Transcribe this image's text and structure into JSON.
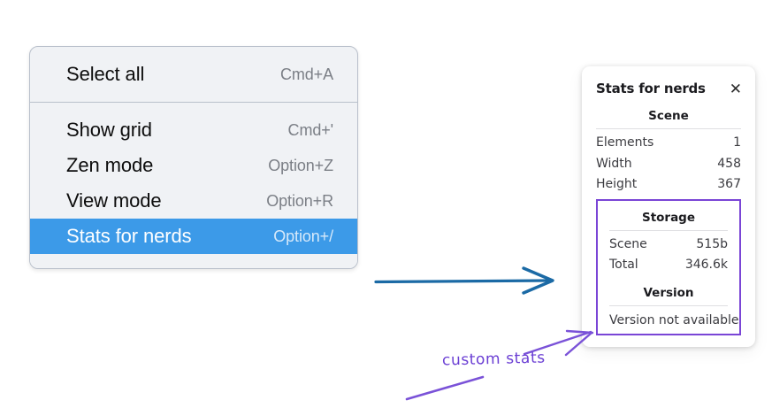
{
  "context_menu": {
    "name": "canvas-context-menu",
    "sections": [
      {
        "items": [
          {
            "label": "Select all",
            "shortcut": "Cmd+A",
            "selected": false
          }
        ]
      },
      {
        "items": [
          {
            "label": "Show grid",
            "shortcut": "Cmd+'",
            "selected": false
          },
          {
            "label": "Zen mode",
            "shortcut": "Option+Z",
            "selected": false
          },
          {
            "label": "View mode",
            "shortcut": "Option+R",
            "selected": false
          },
          {
            "label": "Stats for nerds",
            "shortcut": "Option+/",
            "selected": true
          }
        ]
      }
    ]
  },
  "stats_panel": {
    "title": "Stats for nerds",
    "close_icon": "✕",
    "scene": {
      "heading": "Scene",
      "rows": [
        {
          "key": "Elements",
          "value": "1"
        },
        {
          "key": "Width",
          "value": "458"
        },
        {
          "key": "Height",
          "value": "367"
        }
      ]
    },
    "storage": {
      "heading": "Storage",
      "rows": [
        {
          "key": "Scene",
          "value": "515b"
        },
        {
          "key": "Total",
          "value": "346.6k"
        }
      ]
    },
    "version": {
      "heading": "Version",
      "text": "Version not available"
    }
  },
  "annotations": {
    "custom_stats_caption": "custom stats",
    "arrow_blue_color": "#1b6aa5",
    "arrow_purple_color": "#7a52d8",
    "highlight_box_color": "#7a45d6"
  }
}
